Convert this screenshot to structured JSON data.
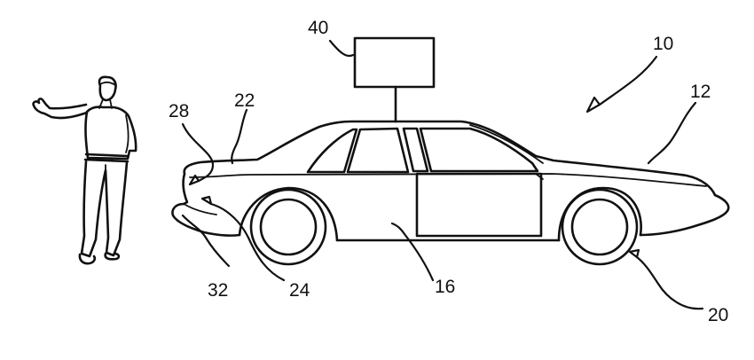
{
  "refs": {
    "r10": "10",
    "r12": "12",
    "r16": "16",
    "r20": "20",
    "r22": "22",
    "r24": "24",
    "r28": "28",
    "r32": "32",
    "r40": "40"
  },
  "colors": {
    "ink": "#111111",
    "paper": "#ffffff"
  }
}
